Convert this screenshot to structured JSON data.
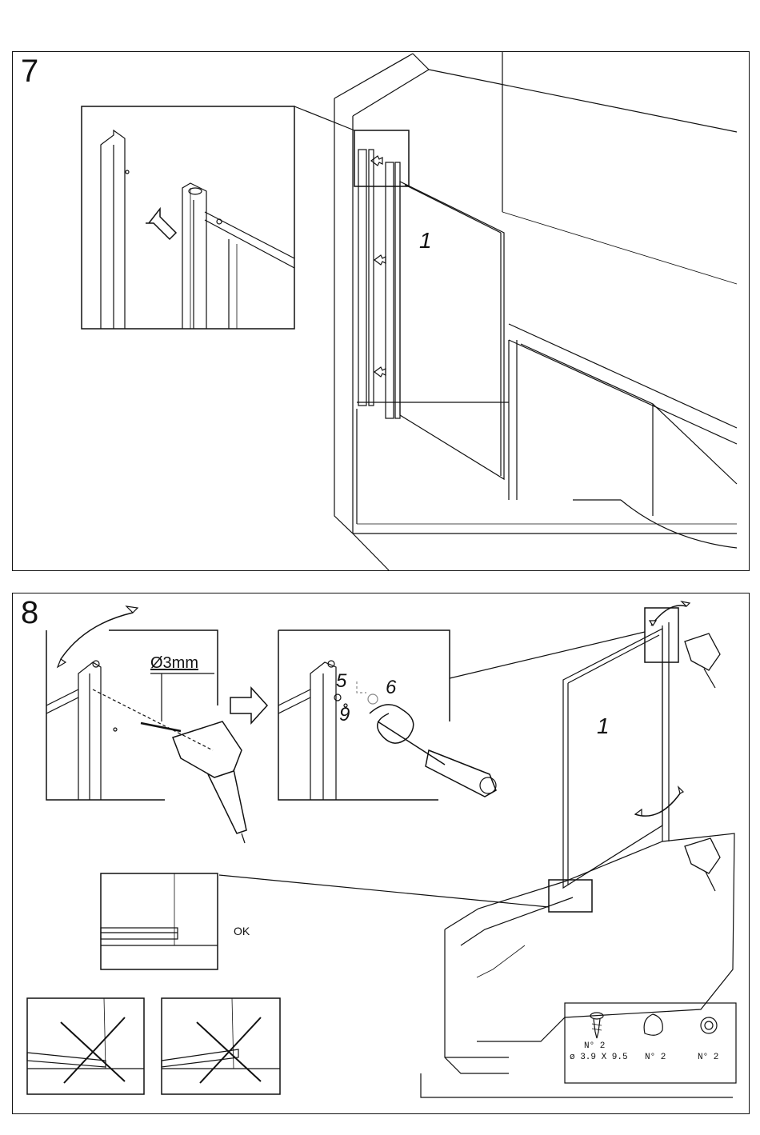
{
  "step7": {
    "number": "7",
    "part_label": "1"
  },
  "step8": {
    "number": "8",
    "drill_size": "Ø3mm",
    "part_labels": [
      "5",
      "6",
      "9"
    ],
    "panel_label": "1",
    "ok_label": "OK",
    "hardware": [
      {
        "icon": "screw-icon",
        "qty": "N° 2",
        "spec": "ø 3.9 X 9.5"
      },
      {
        "icon": "cap-icon",
        "qty": "N° 2"
      },
      {
        "icon": "washer-icon",
        "qty": "N° 2"
      }
    ]
  }
}
